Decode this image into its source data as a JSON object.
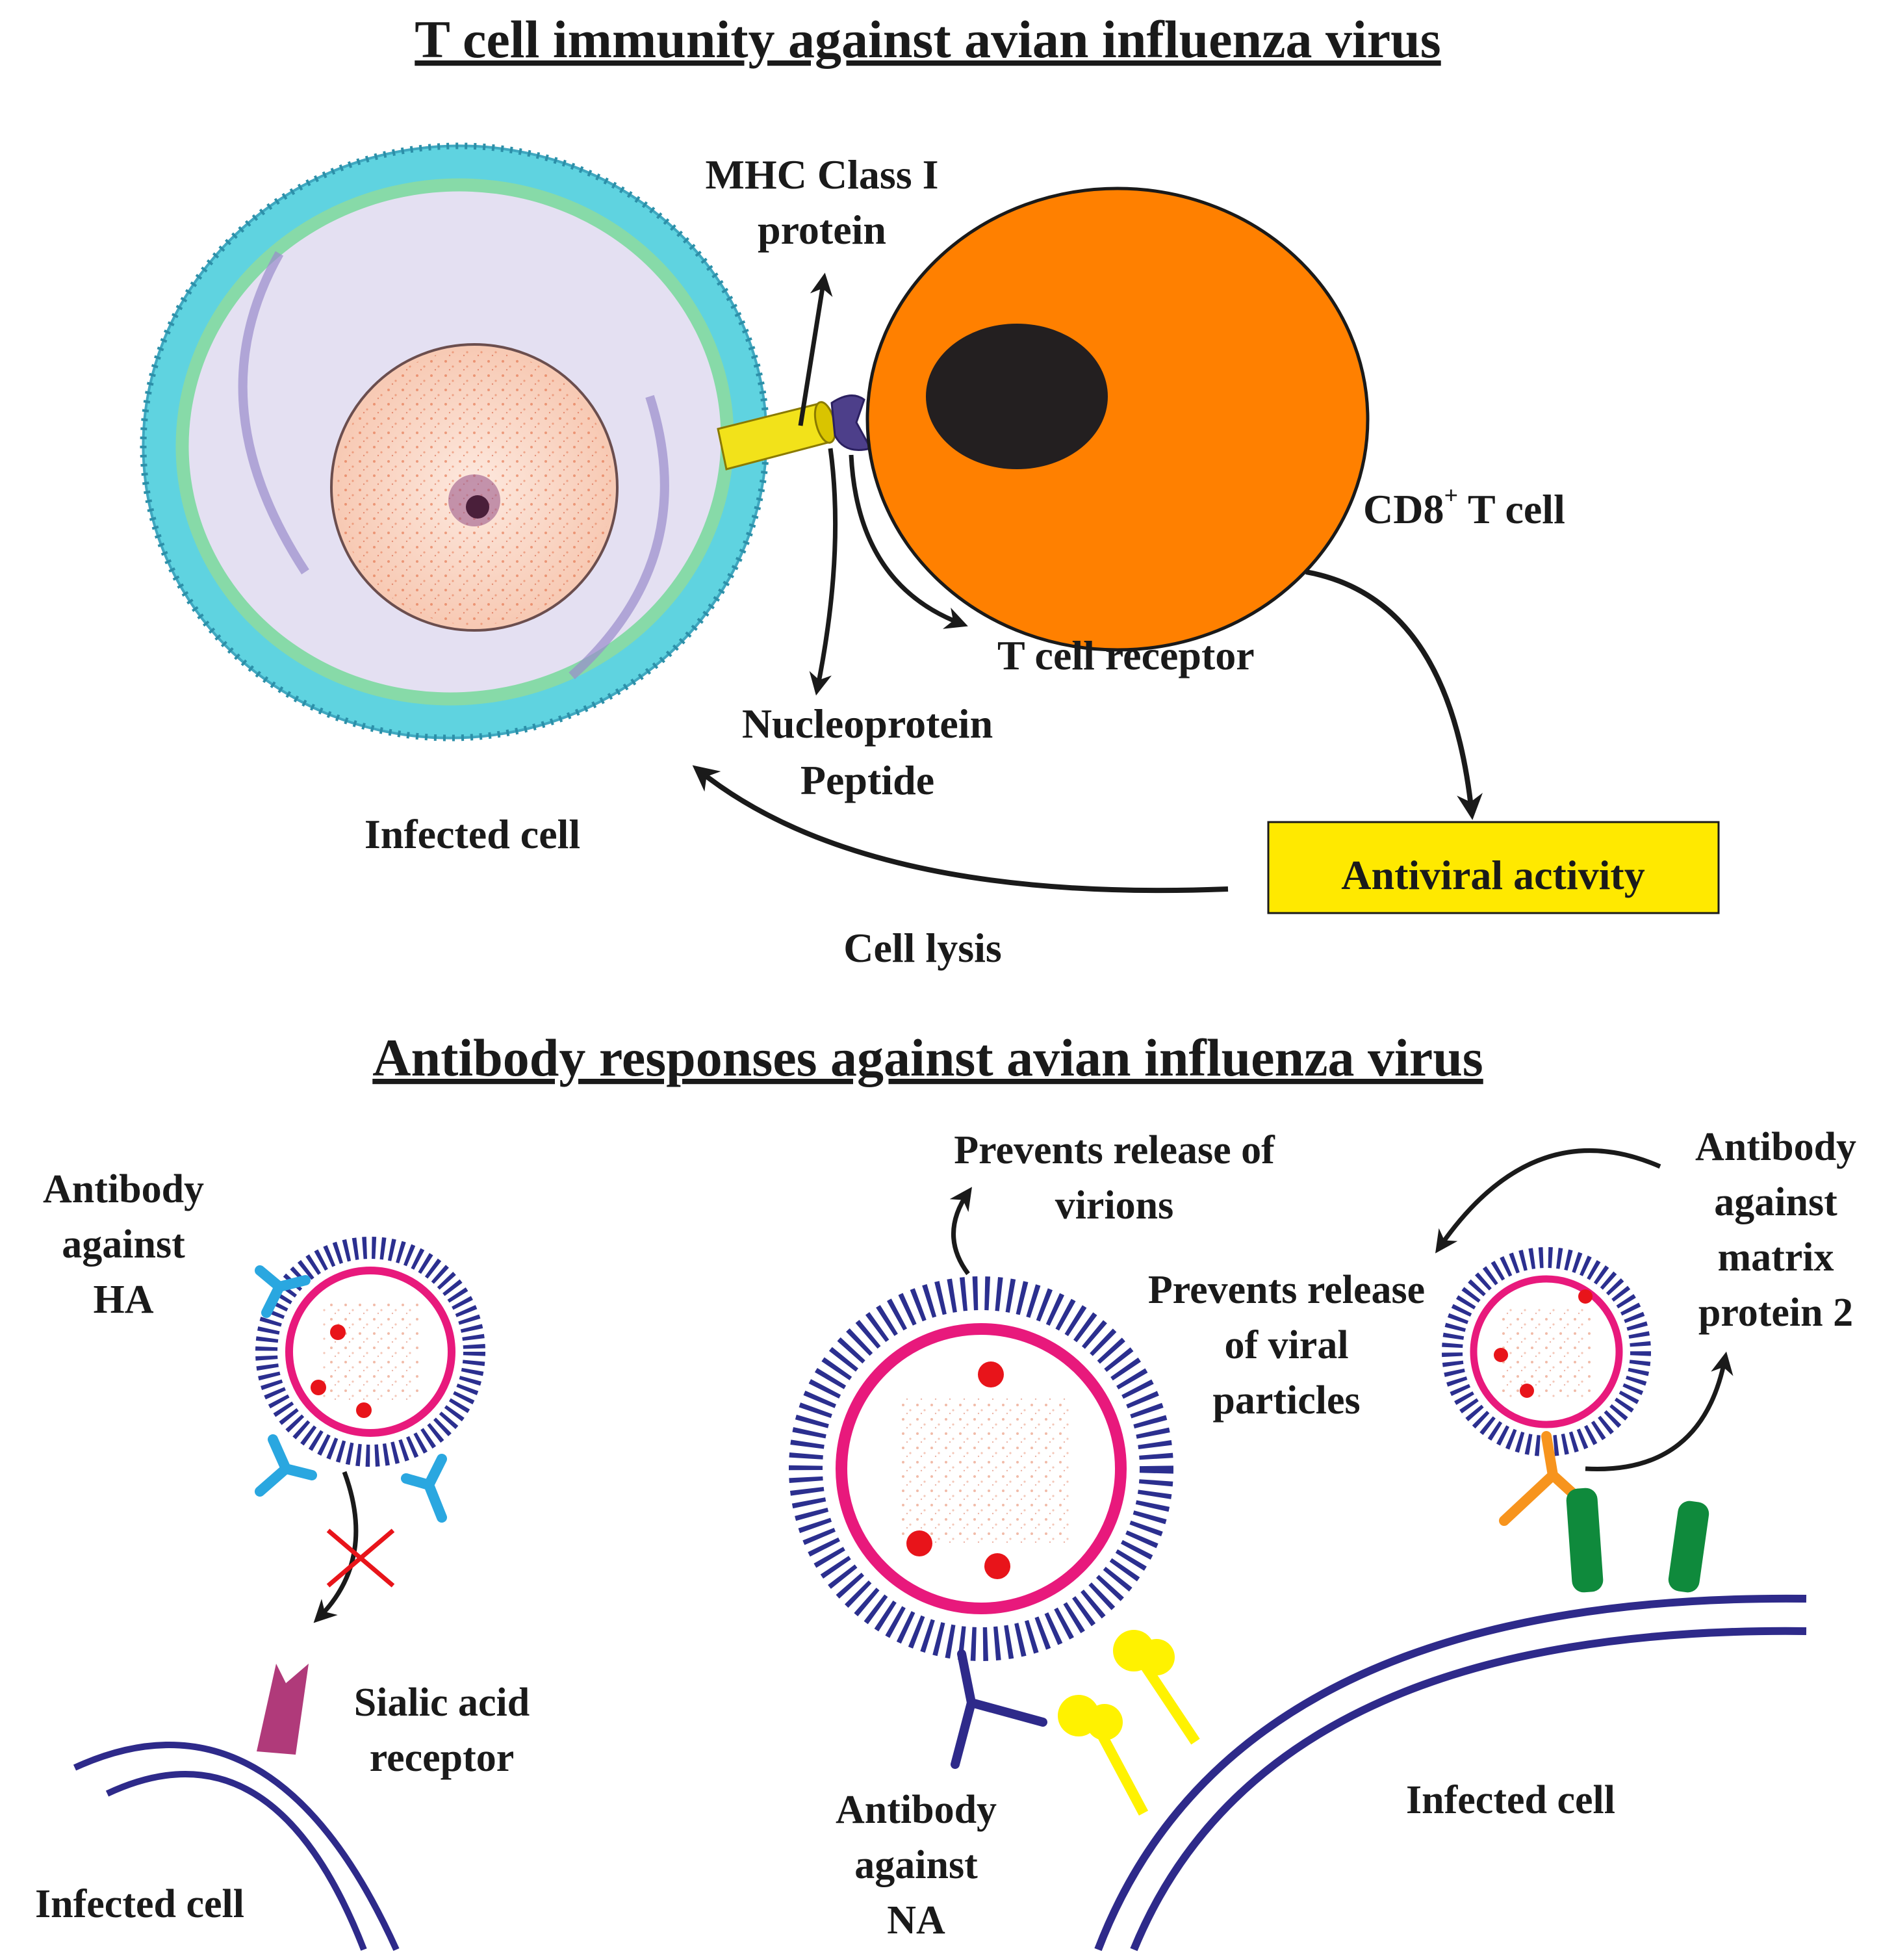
{
  "titles": {
    "tcell": "T cell immunity against avian influenza virus",
    "antibody": "Antibody responses against avian influenza virus"
  },
  "tcell_panel": {
    "mhc_line1": "MHC Class I",
    "mhc_line2": "protein",
    "cd8_prefix": "CD8",
    "cd8_sup": "+",
    "cd8_suffix": " T cell",
    "tcr": "T cell receptor",
    "np_line1": "Nucleoprotein",
    "np_line2": "Peptide",
    "infected": "Infected cell",
    "antiviral": "Antiviral activity",
    "lysis": "Cell lysis"
  },
  "antibody_panel": {
    "ha_line1": "Antibody",
    "ha_line2": "against",
    "ha_line3": "HA",
    "sialic_line1": "Sialic acid",
    "sialic_line2": "receptor",
    "infected_left": "Infected cell",
    "prev_virions_line1": "Prevents release of",
    "prev_virions_line2": "virions",
    "prev_particles_line1": "Prevents release",
    "prev_particles_line2": "of viral",
    "prev_particles_line3": "particles",
    "m2_line1": "Antibody",
    "m2_line2": "against",
    "m2_line3": "matrix",
    "m2_line4": "protein 2",
    "na_line1": "Antibody",
    "na_line2": "against",
    "na_line3": "NA",
    "infected_right": "Infected cell"
  },
  "colors": {
    "tcell_fill": "#ff8000",
    "nucleus_dark": "#231f20",
    "membrane_cyan": "#5fd3e0",
    "cytoplasm": "#e4e0f2",
    "highlight_box": "#ffe900",
    "cell_membrane": "#2e2a8a",
    "virion_pink": "#e8197c",
    "spike_blue": "#2b2f8f",
    "ha_antibody": "#2aa7e0",
    "na_antibody": "#2e2a8a",
    "m2_antibody": "#f7941d",
    "m2_protein": "#0f8a3c",
    "red_dot": "#e8141a",
    "sialic": "#b03a7a",
    "yellow_na": "#fff200"
  }
}
